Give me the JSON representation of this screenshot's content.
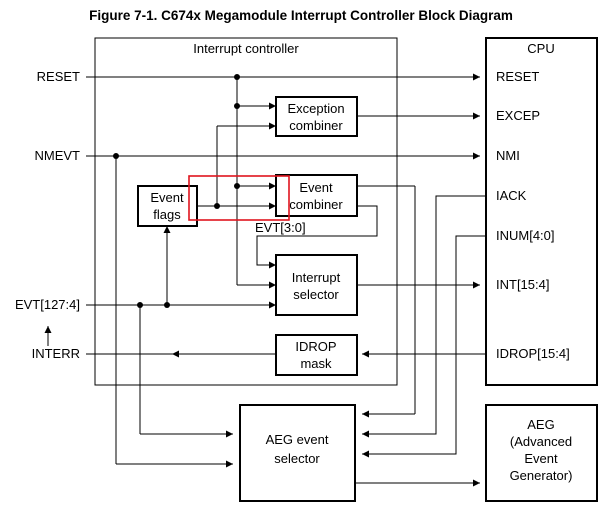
{
  "title": "Figure 7-1. C674x Megamodule Interrupt Controller Block Diagram",
  "regions": {
    "interrupt_controller": "Interrupt controller",
    "cpu": "CPU"
  },
  "inputs": {
    "reset": "RESET",
    "nmevt": "NMEVT",
    "evt": "EVT[127:4]",
    "interr": "INTERR"
  },
  "blocks": {
    "exception_combiner": [
      "Exception",
      "combiner"
    ],
    "event_flags": [
      "Event",
      "flags"
    ],
    "event_combiner": [
      "Event",
      "combiner"
    ],
    "interrupt_selector": [
      "Interrupt",
      "selector"
    ],
    "idrop_mask": [
      "IDROP",
      "mask"
    ],
    "aeg_event_selector": [
      "AEG event",
      "selector"
    ],
    "aeg": [
      "AEG",
      "(Advanced",
      "Event",
      "Generator)"
    ]
  },
  "signals": {
    "evt_3_0": "EVT[3:0]"
  },
  "cpu_ports": {
    "reset": "RESET",
    "excep": "EXCEP",
    "nmi": "NMI",
    "iack": "IACK",
    "inum": "INUM[4:0]",
    "int": "INT[15:4]",
    "idrop": "IDROP[15:4]"
  }
}
